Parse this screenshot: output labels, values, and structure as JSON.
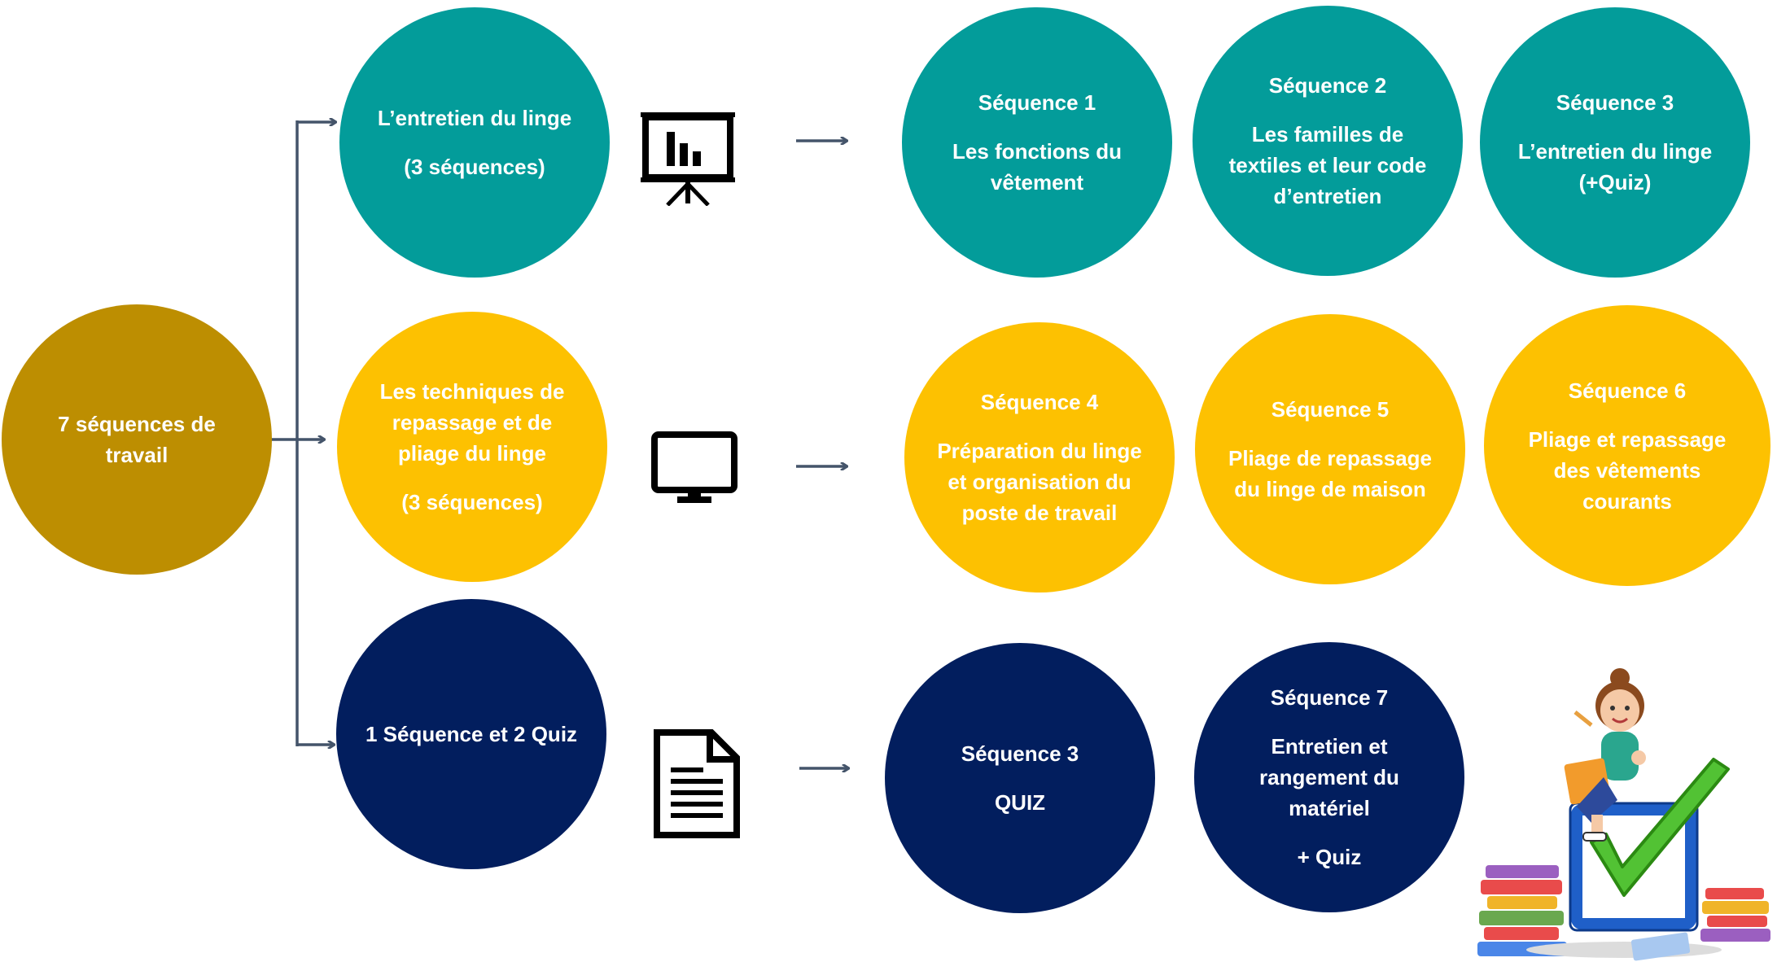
{
  "root": {
    "label": "7 séquences de travail",
    "color": "#bd8e01"
  },
  "colors": {
    "teal": "#039c9a",
    "yellow": "#fdc101",
    "navy": "#021e5e",
    "arrow": "#44546a"
  },
  "rows": [
    {
      "hub": {
        "line1": "L’entretien du linge",
        "line2": "(3 séquences)"
      },
      "icon": "presentation-board-icon",
      "sequences": [
        {
          "title": "Séquence 1",
          "body": "Les fonctions du vêtement"
        },
        {
          "title": "Séquence 2",
          "body": "Les familles de textiles et leur code d’entretien"
        },
        {
          "title": "Séquence 3",
          "body": "L’entretien du linge (+Quiz)"
        }
      ]
    },
    {
      "hub": {
        "line1": "Les techniques de repassage et de pliage du linge",
        "line2": "(3 séquences)"
      },
      "icon": "monitor-icon",
      "sequences": [
        {
          "title": "Séquence 4",
          "body": "Préparation du linge et organisation du poste de travail"
        },
        {
          "title": "Séquence 5",
          "body": "Pliage de repassage du linge de maison"
        },
        {
          "title": "Séquence 6",
          "body": "Pliage et repassage des vêtements courants"
        }
      ]
    },
    {
      "hub": {
        "line1": "1 Séquence et 2 Quiz"
      },
      "icon": "document-icon",
      "sequences": [
        {
          "title": "Séquence 3",
          "body": "QUIZ"
        },
        {
          "title": "Séquence 7",
          "body": "Entretien et rangement du matériel",
          "extra": "+ Quiz"
        }
      ]
    }
  ],
  "illustration": "student-with-books-and-checkmark"
}
